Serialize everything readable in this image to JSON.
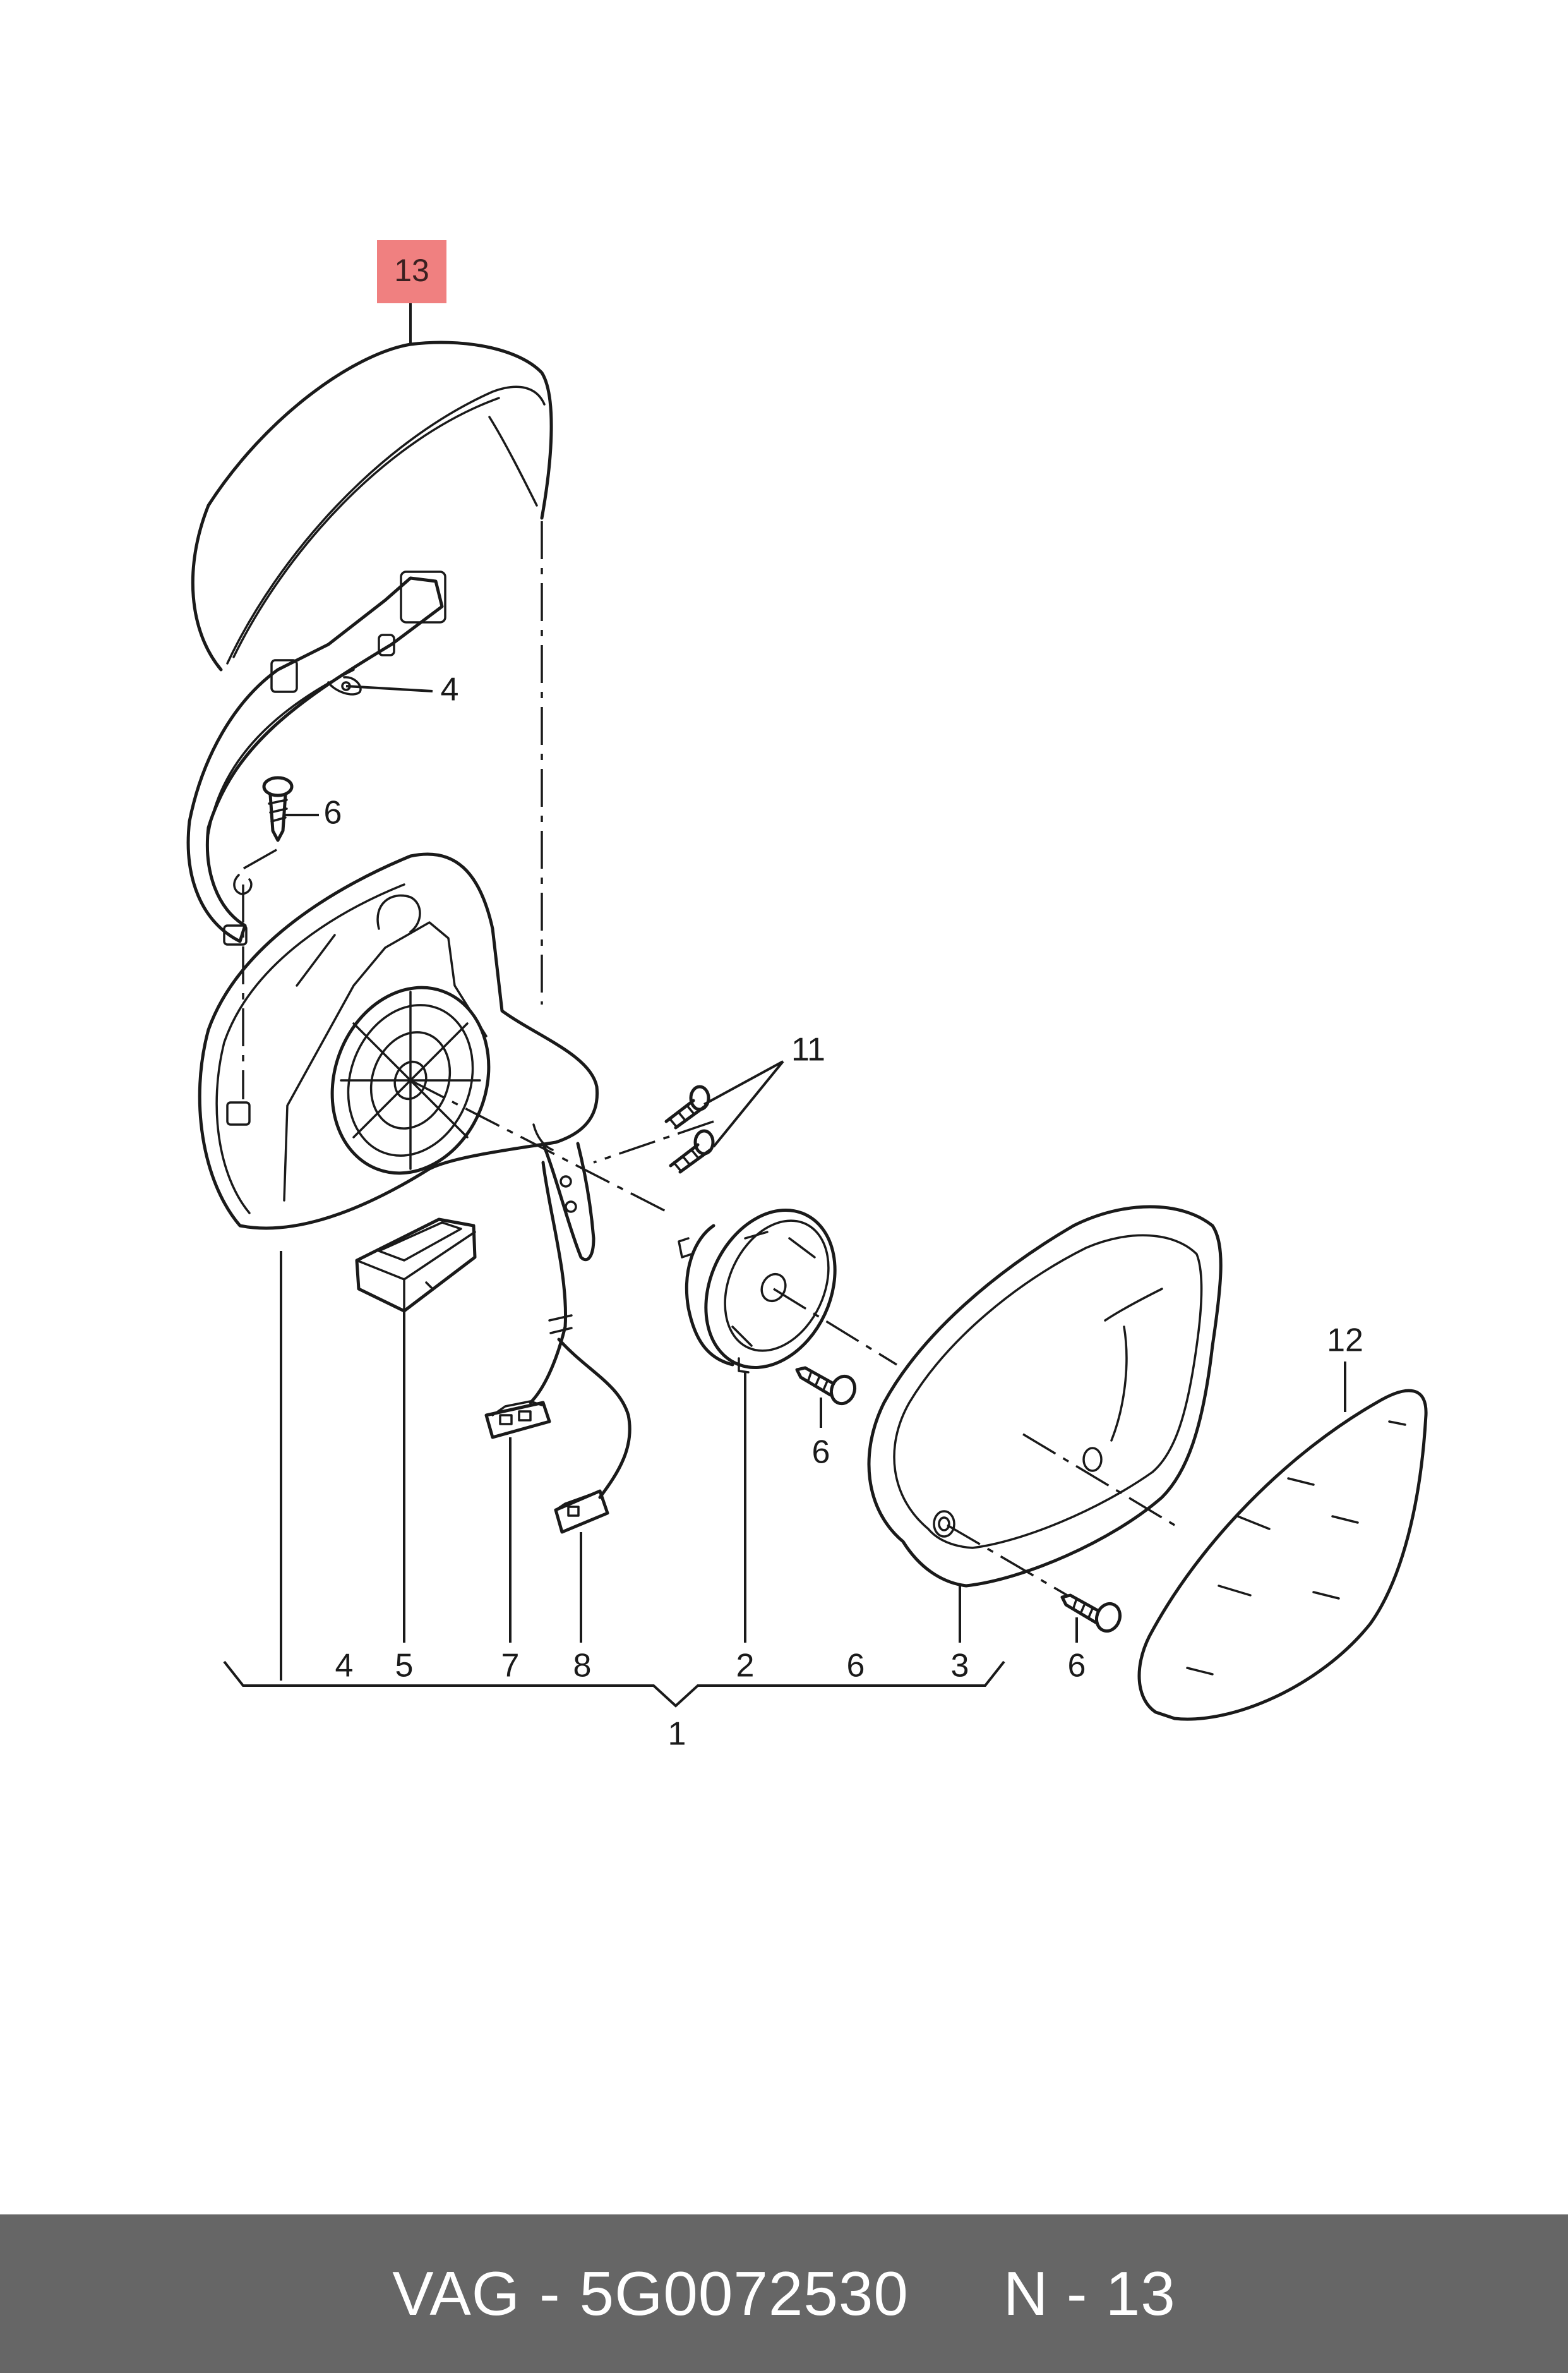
{
  "diagram": {
    "highlight_color": "#f08080",
    "line_color": "#1a1a1a",
    "callouts": {
      "c13": "13",
      "c4_top": "4",
      "c6_left": "6",
      "c11": "11",
      "c12": "12",
      "c6_mid": "6",
      "c6_right": "6",
      "c1": "1",
      "bottom": [
        {
          "label": "4"
        },
        {
          "label": "5"
        },
        {
          "label": "7"
        },
        {
          "label": "8"
        },
        {
          "label": "2"
        },
        {
          "label": "6"
        },
        {
          "label": "3"
        }
      ]
    }
  },
  "footer": {
    "background": "#666666",
    "brand": "VAG",
    "separator": "-",
    "part_number": "5G0072530",
    "page_ref": "N - 13"
  }
}
